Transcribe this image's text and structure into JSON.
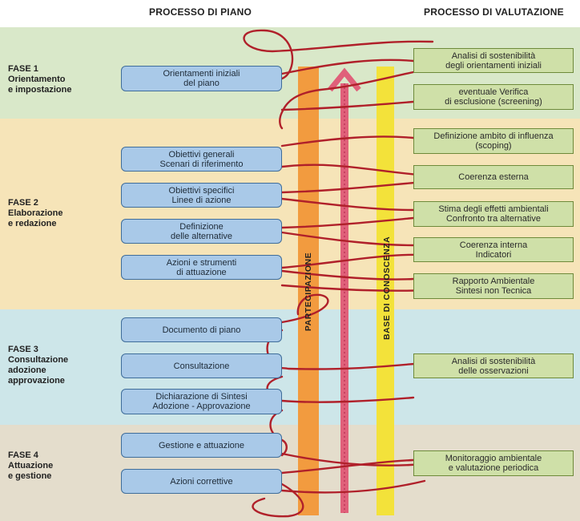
{
  "headers": {
    "plan_process": "PROCESSO DI PIANO",
    "evaluation_process": "PROCESSO DI VALUTAZIONE"
  },
  "colors": {
    "phase1_bg": "#d9e8c9",
    "phase2_bg": "#f6e4b8",
    "phase3_bg": "#cde6e9",
    "phase4_bg": "#e4ddcc",
    "plan_box": "#a9c9e8",
    "evaluation_box": "#cfe0a8",
    "participation_bar": "#f29b3f",
    "knowledge_bar": "#f3e23a",
    "arrow": "#e0607a",
    "thread": "#b0202a"
  },
  "phases": [
    {
      "label": "FASE 1",
      "title": "Orientamento\ne impostazione"
    },
    {
      "label": "FASE 2",
      "title": "Elaborazione\ne redazione"
    },
    {
      "label": "FASE 3",
      "title": "Consultazione\nadozione\napprovazione"
    },
    {
      "label": "FASE 4",
      "title": "Attuazione\ne gestione"
    }
  ],
  "plan_steps": [
    "Orientamenti iniziali\ndel piano",
    "Obiettivi generali\nScenari di riferimento",
    "Obiettivi specifici\nLinee di azione",
    "Definizione\ndelle alternative",
    "Azioni e strumenti\ndi attuazione",
    "Documento di piano",
    "Consultazione",
    "Dichiarazione di Sintesi\nAdozione - Approvazione",
    "Gestione e attuazione",
    "Azioni correttive"
  ],
  "evaluation_steps": [
    "Analisi di sostenibilità\ndegli orientamenti iniziali",
    "eventuale Verifica\ndi esclusione (screening)",
    "Definizione ambito di influenza\n(scoping)",
    "Coerenza esterna",
    "Stima degli effetti ambientali\nConfronto tra alternative",
    "Coerenza interna\nIndicatori",
    "Rapporto Ambientale\nSintesi non Tecnica",
    "Analisi di sostenibilità\ndelle osservazioni",
    "Monitoraggio ambientale\ne valutazione periodica"
  ],
  "bars": {
    "participation": "PARTECIPAZIONE",
    "knowledge": "BASE DI CONOSCENZA"
  }
}
